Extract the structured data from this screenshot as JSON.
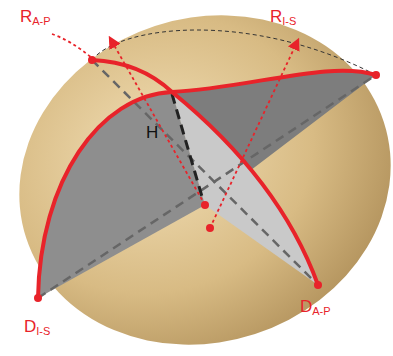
{
  "diagram": {
    "labels": [
      "RA-P",
      "RI-S",
      "H",
      "DI-S",
      "DA-P"
    ]
  }
}
